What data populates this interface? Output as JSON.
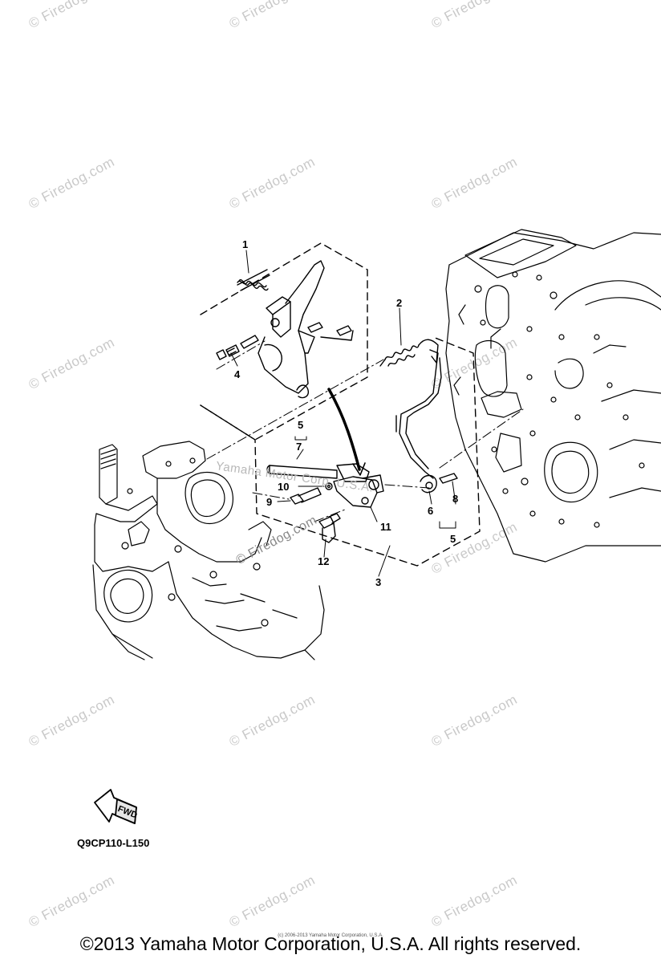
{
  "diagram": {
    "callouts": {
      "c1": "1",
      "c2": "2",
      "c3": "3",
      "c4": "4",
      "c5a": "5",
      "c5b": "5",
      "c6": "6",
      "c7": "7",
      "c8": "8",
      "c9": "9",
      "c10": "10",
      "c11": "11",
      "c12": "12"
    },
    "fwd_label": "FWD",
    "code": "Q9CP110-L150"
  },
  "watermarks": {
    "site": "© Firedog.com",
    "site_plain": "© Firedog.com",
    "brand_overlay": "Yamaha Motor Corp. U.S.A."
  },
  "footer": {
    "copyright": "©2013 Yamaha Motor Corporation, U.S.A. All rights reserved.",
    "tiny_copyright": "(c) 2006-2013 Yamaha Motor Corporation, U.S.A."
  },
  "icons": [
    "forward-arrow-icon"
  ]
}
